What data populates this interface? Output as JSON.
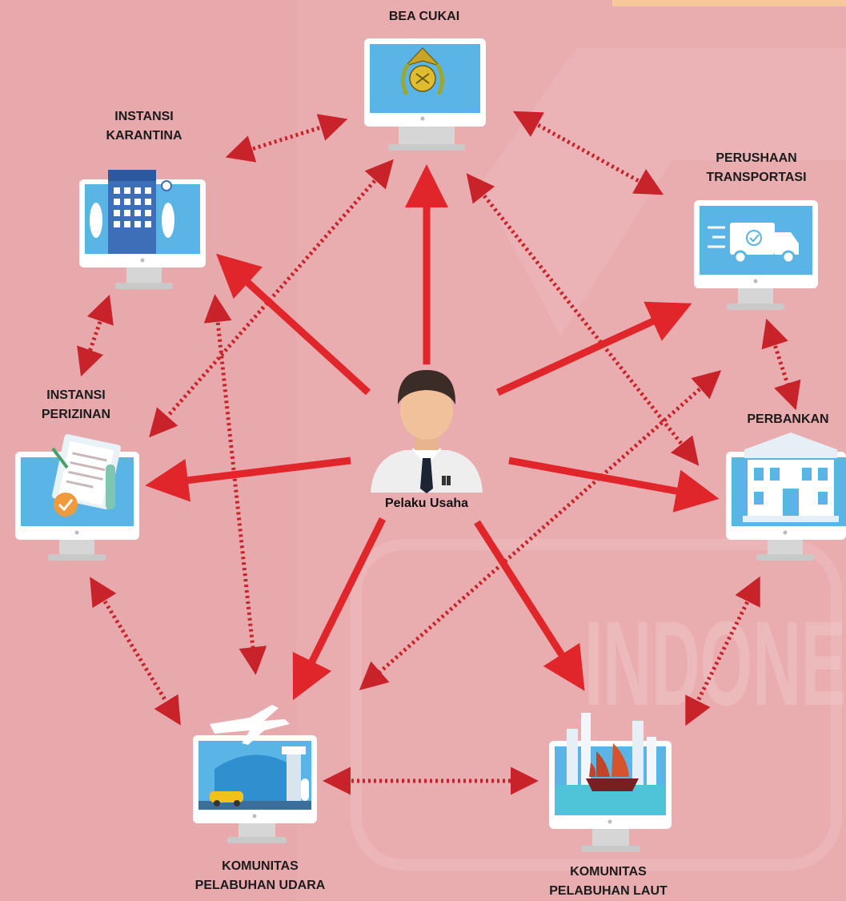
{
  "center": {
    "label": "Pelaku Usaha",
    "icon": "businessman-icon"
  },
  "nodes": {
    "bea_cukai": {
      "label": "BEA CUKAI",
      "icon": "customs-emblem-icon"
    },
    "karantina": {
      "label": "INSTANSI\nKARANTINA",
      "icon": "quarantine-building-icon"
    },
    "transportasi": {
      "label": "PERUSHAAN\nTRANSPORTASI",
      "icon": "delivery-truck-icon"
    },
    "perizinan": {
      "label": "INSTANSI\nPERIZINAN",
      "icon": "permit-documents-icon"
    },
    "perbankan": {
      "label": "PERBANKAN",
      "icon": "bank-building-icon"
    },
    "udara": {
      "label": "KOMUNITAS\nPELABUHAN UDARA",
      "icon": "airport-icon"
    },
    "laut": {
      "label": "KOMUNITAS\nPELABUHAN LAUT",
      "icon": "harbor-ship-icon"
    }
  },
  "watermark": {
    "text": "INDONE"
  },
  "colors": {
    "background": "#e8a9ad",
    "arrow": "#e0262b",
    "dotted_arrow": "#c8232a",
    "screen": "#5ab4e6",
    "monitor_frame": "#ffffff",
    "monitor_stand": "#d6d6d6"
  }
}
